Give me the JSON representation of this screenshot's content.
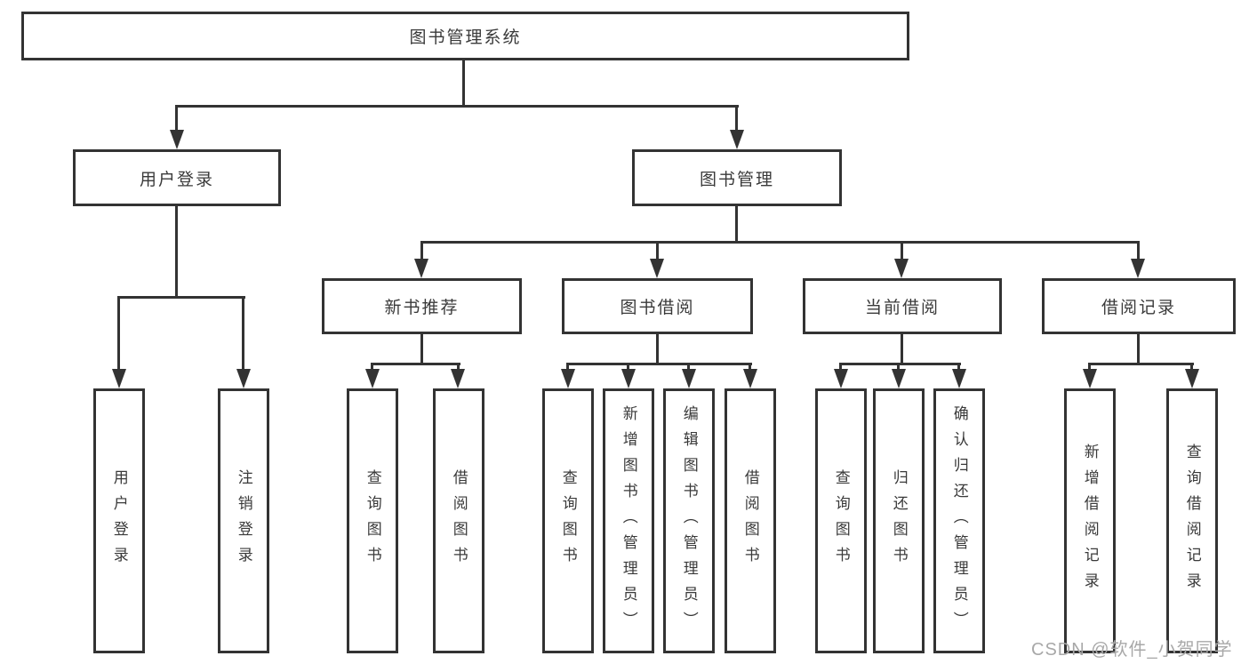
{
  "tree": {
    "root": {
      "label": "图书管理系统",
      "children": [
        {
          "label": "用户登录",
          "children": [
            {
              "label": "用户登录"
            },
            {
              "label": "注销登录"
            }
          ]
        },
        {
          "label": "图书管理",
          "children": [
            {
              "label": "新书推荐",
              "children": [
                {
                  "label": "查询图书"
                },
                {
                  "label": "借阅图书"
                }
              ]
            },
            {
              "label": "图书借阅",
              "children": [
                {
                  "label": "查询图书"
                },
                {
                  "label": "新增图书（管理员）"
                },
                {
                  "label": "编辑图书（管理员）"
                },
                {
                  "label": "借阅图书"
                }
              ]
            },
            {
              "label": "当前借阅",
              "children": [
                {
                  "label": "查询图书"
                },
                {
                  "label": "归还图书"
                },
                {
                  "label": "确认归还（管理员）"
                }
              ]
            },
            {
              "label": "借阅记录",
              "children": [
                {
                  "label": "新增借阅记录"
                },
                {
                  "label": "查询借阅记录"
                }
              ]
            }
          ]
        }
      ]
    }
  },
  "watermark": {
    "text": "CSDN @软件_小贺同学"
  },
  "colors": {
    "line": "#333333",
    "text": "#3a3a3a",
    "box_background": "#ffffff",
    "watermark": "#a8a8a8",
    "page_background": "#ffffff"
  }
}
